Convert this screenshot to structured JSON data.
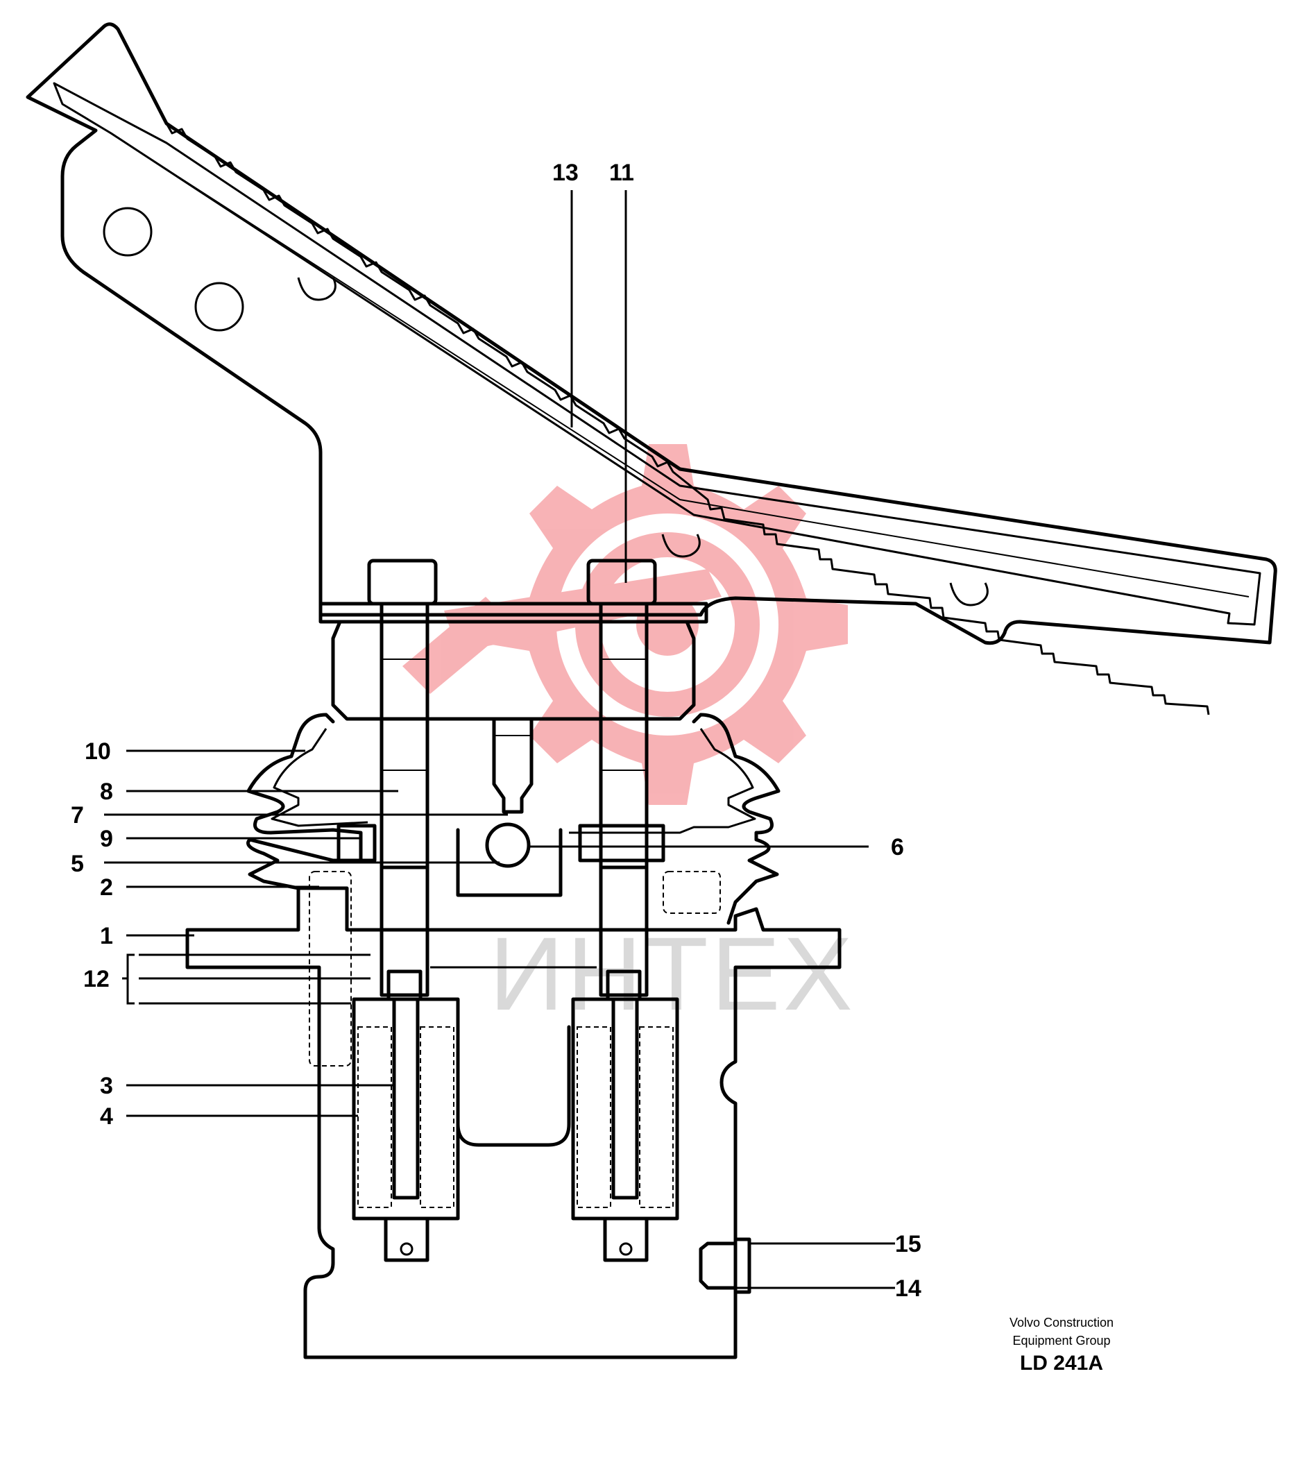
{
  "callouts": [
    {
      "id": "c13",
      "text": "13"
    },
    {
      "id": "c11",
      "text": "11"
    },
    {
      "id": "c10",
      "text": "10"
    },
    {
      "id": "c8",
      "text": "8"
    },
    {
      "id": "c7",
      "text": "7"
    },
    {
      "id": "c9",
      "text": "9"
    },
    {
      "id": "c5",
      "text": "5"
    },
    {
      "id": "c6",
      "text": "6"
    },
    {
      "id": "c2",
      "text": "2"
    },
    {
      "id": "c1",
      "text": "1"
    },
    {
      "id": "c12",
      "text": "12"
    },
    {
      "id": "c3",
      "text": "3"
    },
    {
      "id": "c4",
      "text": "4"
    },
    {
      "id": "c15",
      "text": "15"
    },
    {
      "id": "c14",
      "text": "14"
    }
  ],
  "credit": {
    "line1": "Volvo Construction",
    "line2": "Equipment Group",
    "code": "LD 241A"
  },
  "watermark": {
    "text": "ИНТЕХ",
    "color": "#e8141b"
  }
}
